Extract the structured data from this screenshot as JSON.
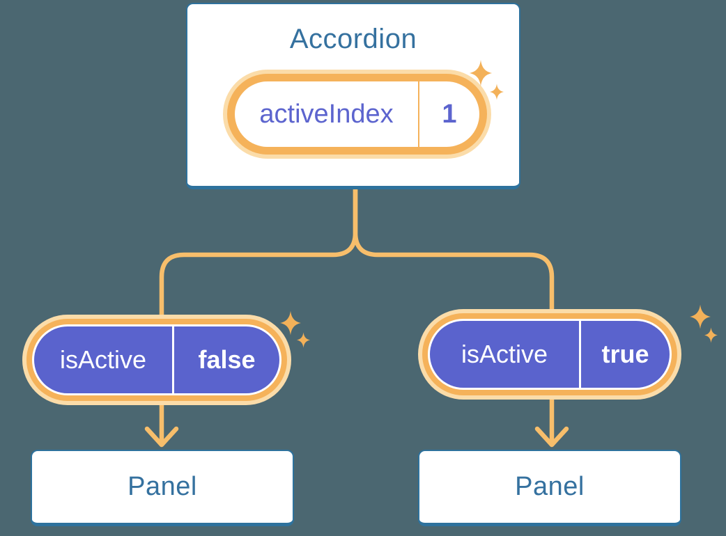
{
  "diagram": {
    "accordion": {
      "title": "Accordion",
      "state": {
        "name": "activeIndex",
        "value": "1"
      }
    },
    "children": [
      {
        "prop": {
          "name": "isActive",
          "value": "false"
        },
        "panel": {
          "label": "Panel"
        }
      },
      {
        "prop": {
          "name": "isActive",
          "value": "true"
        },
        "panel": {
          "label": "Panel"
        }
      }
    ]
  },
  "icons": {
    "sparkle": "sparkle-icon"
  },
  "colors": {
    "background": "#4B6771",
    "card_background": "#FFFFFF",
    "card_border_blue": "#2E729D",
    "heading_blue": "#35719F",
    "pill_glow": "#FBDCA9",
    "pill_ring_orange": "#F5B25A",
    "connector_orange": "#F7BE6B",
    "sparkle_orange": "#F3B159",
    "prop_pill_purple": "#5A63CD",
    "state_text_indigo": "#5C64CE",
    "prop_text_white": "#FFFFFF"
  }
}
